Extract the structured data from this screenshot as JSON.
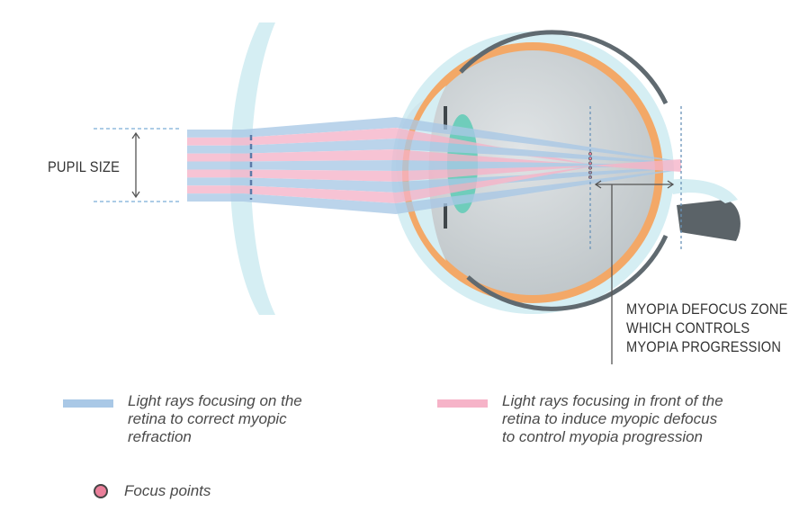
{
  "labels": {
    "pupil_size": "PUPIL SIZE",
    "zone": [
      "MYOPIA DEFOCUS ZONE",
      "WHICH CONTROLS",
      "MYOPIA PROGRESSION"
    ]
  },
  "legend": {
    "blue": {
      "lines": [
        "Light rays focusing on the",
        "retina to correct myopic",
        "refraction"
      ],
      "color": "#a9c8e6"
    },
    "pink": {
      "lines": [
        "Light rays focusing in front of the",
        "retina to induce myopic defocus",
        "to control myopia progression"
      ],
      "color": "#f6b3c8"
    },
    "focus": {
      "label": "Focus points",
      "color": "#ea7f9a"
    }
  },
  "colors": {
    "lens_light": "#d5eef3",
    "sclera": "#f3a867",
    "globe": "#cfd4d6",
    "retina_line": "#606a70",
    "ray_blue": "#a9c8e6",
    "ray_pink": "#f6b3c8",
    "crystalline_lens": "#6fcdbb",
    "optic_nerve": "#5b6368"
  }
}
